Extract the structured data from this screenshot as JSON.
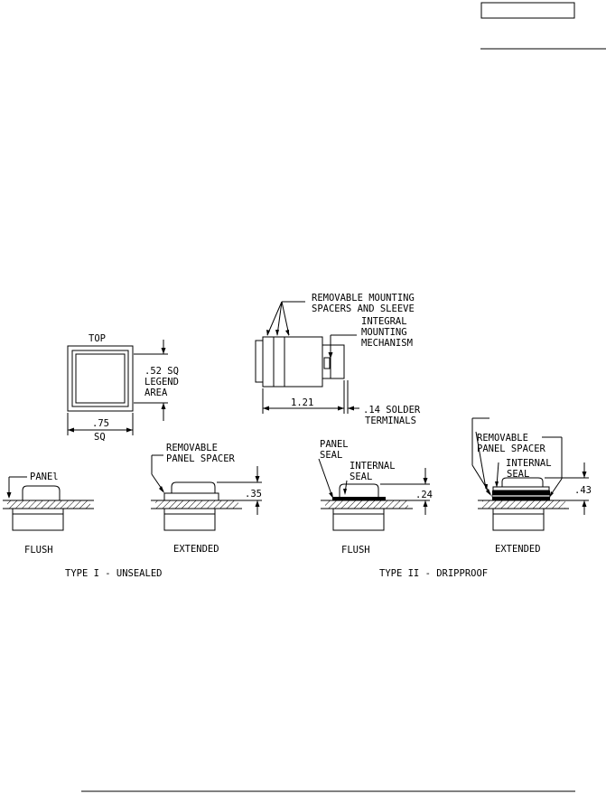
{
  "header": {
    "box_label": ""
  },
  "top_view": {
    "title": "TOP",
    "legend_dim": ".52 SQ",
    "legend_label_1": "LEGEND",
    "legend_label_2": "AREA",
    "width_dim": ".75",
    "width_unit": "SQ"
  },
  "side_view": {
    "callout_spacers_1": "REMOVABLE MOUNTING",
    "callout_spacers_2": "SPACERS AND SLEEVE",
    "callout_mech_1": "INTEGRAL",
    "callout_mech_2": "MOUNTING",
    "callout_mech_3": "MECHANISM",
    "length_dim": "1.21",
    "terminal_dim_1": ".14 SOLDER",
    "terminal_dim_2": "TERMINALS"
  },
  "type1": {
    "caption": "TYPE I - UNSEALED",
    "flush": {
      "panel_label": "PANEl",
      "caption": "FLUSH"
    },
    "extended": {
      "spacer_label_1": "REMOVABLE",
      "spacer_label_2": "PANEL SPACER",
      "height_dim": ".35",
      "caption": "EXTENDED"
    }
  },
  "type2": {
    "caption": "TYPE II - DRIPPROOF",
    "flush": {
      "panel_seal_1": "PANEL",
      "panel_seal_2": "SEAL",
      "internal_seal_1": "INTERNAL",
      "internal_seal_2": "SEAL",
      "height_dim": ".24",
      "caption": "FLUSH"
    },
    "extended": {
      "spacer_label_1": "REMOVABLE",
      "spacer_label_2": "PANEL SPACER",
      "internal_seal_1": "INTERNAL",
      "internal_seal_2": "SEAL",
      "height_dim": ".43",
      "caption": "EXTENDED"
    }
  }
}
